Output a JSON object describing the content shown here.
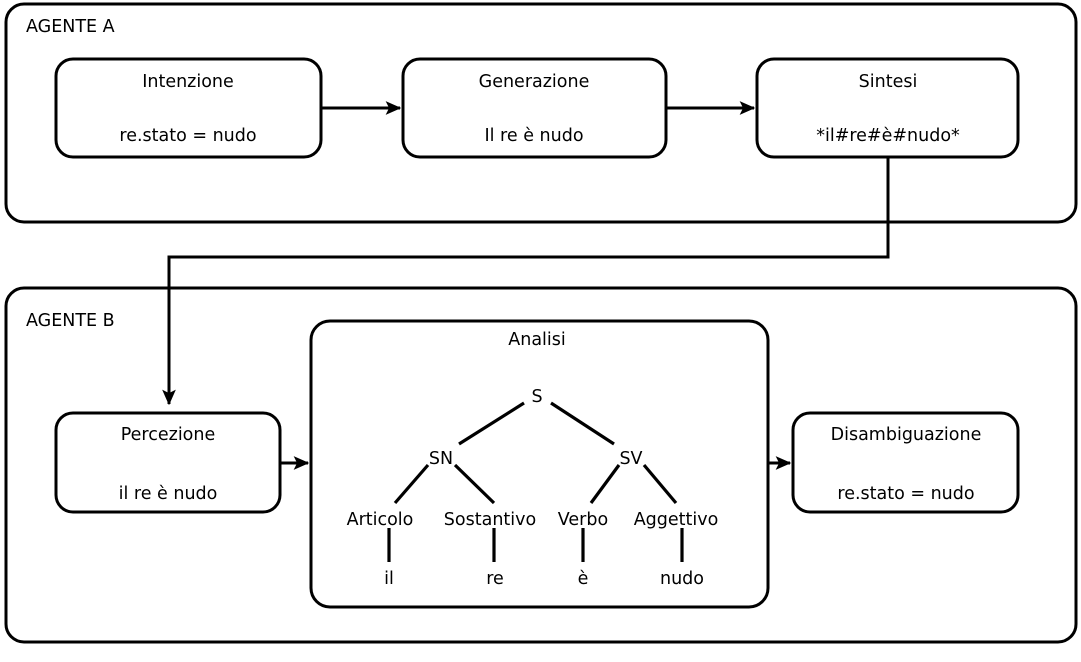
{
  "diagram": {
    "title_domain": "architettura-agenti-linguaggio",
    "agents": [
      {
        "id": "agent-a",
        "label": "AGENTE A",
        "nodes": [
          {
            "id": "intenzione",
            "title": "Intenzione",
            "value": "re.stato = nudo"
          },
          {
            "id": "generazione",
            "title": "Generazione",
            "value": "Il re è nudo"
          },
          {
            "id": "sintesi",
            "title": "Sintesi",
            "value": "*il#re#è#nudo*"
          }
        ]
      },
      {
        "id": "agent-b",
        "label": "AGENTE B",
        "nodes": [
          {
            "id": "percezione",
            "title": "Percezione",
            "value": "il re è nudo"
          },
          {
            "id": "disambiguazione",
            "title": "Disambiguazione",
            "value": "re.stato = nudo"
          }
        ],
        "group": {
          "id": "analisi",
          "title": "Analisi",
          "tree": {
            "root": "S",
            "phrases": [
              {
                "id": "sn",
                "label": "SN"
              },
              {
                "id": "sv",
                "label": "SV"
              }
            ],
            "pos": [
              {
                "id": "articolo",
                "label": "Articolo"
              },
              {
                "id": "sostantivo",
                "label": "Sostantivo"
              },
              {
                "id": "verbo",
                "label": "Verbo"
              },
              {
                "id": "aggettivo",
                "label": "Aggettivo"
              }
            ],
            "words": [
              {
                "id": "il",
                "label": "il"
              },
              {
                "id": "re",
                "label": "re"
              },
              {
                "id": "e",
                "label": "è"
              },
              {
                "id": "nudo",
                "label": "nudo"
              }
            ]
          }
        }
      }
    ],
    "colors": {
      "stroke": "#000000",
      "fill": "#ffffff",
      "text": "#000000"
    }
  }
}
